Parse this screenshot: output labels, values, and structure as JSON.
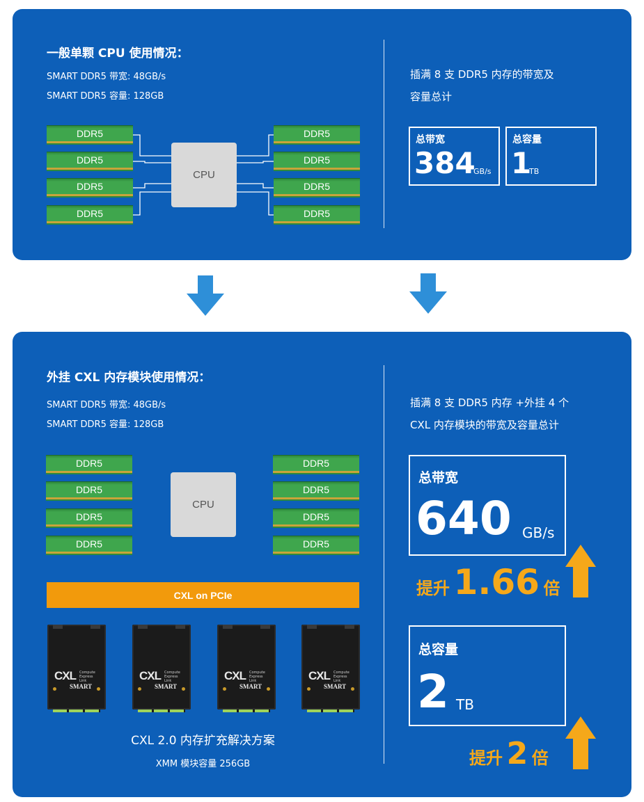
{
  "top": {
    "title": "一般单颗 CPU 使用情况：",
    "spec_bandwidth": "SMART DDR5 带宽: 48GB/s",
    "spec_capacity": "SMART DDR5 容量: 128GB",
    "dimm_label": "DDR5",
    "cpu_label": "CPU",
    "summary_line1": "插满 8 支 DDR5 内存的带宽及",
    "summary_line2": "容量总计",
    "bandwidth_label": "总带宽",
    "bandwidth_value": "384",
    "bandwidth_unit": "GB/s",
    "capacity_label": "总容量",
    "capacity_value": "1",
    "capacity_unit": "TB"
  },
  "bottom": {
    "title": "外挂 CXL 内存模块使用情况：",
    "spec_bandwidth": "SMART DDR5 带宽: 48GB/s",
    "spec_capacity": "SMART DDR5 容量: 128GB",
    "dimm_label": "DDR5",
    "cpu_label": "CPU",
    "bus_label": "CXL on PCIe",
    "module_logo": "CXL",
    "module_logo_sub": "Compute Express Link",
    "module_brand": "SMART",
    "caption": "CXL 2.0 内存扩充解决方案",
    "caption_sub": "XMM 模块容量 256GB",
    "summary_line1": "插满 8 支 DDR5 内存 +外挂 4 个",
    "summary_line2": "CXL 内存模块的带宽及容量总计",
    "bandwidth_label": "总带宽",
    "bandwidth_value": "640",
    "bandwidth_unit": "GB/s",
    "bandwidth_boost_prefix": "提升",
    "bandwidth_boost_value": "1.66",
    "bandwidth_boost_suffix": "倍",
    "capacity_label": "总容量",
    "capacity_value": "2",
    "capacity_unit": "TB",
    "capacity_boost_prefix": "提升",
    "capacity_boost_value": "2",
    "capacity_boost_suffix": "倍"
  },
  "colors": {
    "panel": "#0d5fb8",
    "accent_orange": "#f29a0c",
    "boost_text": "#f5a81a",
    "arrow_blue": "#2e8fd8",
    "dimm_green": "#3fa64d"
  }
}
